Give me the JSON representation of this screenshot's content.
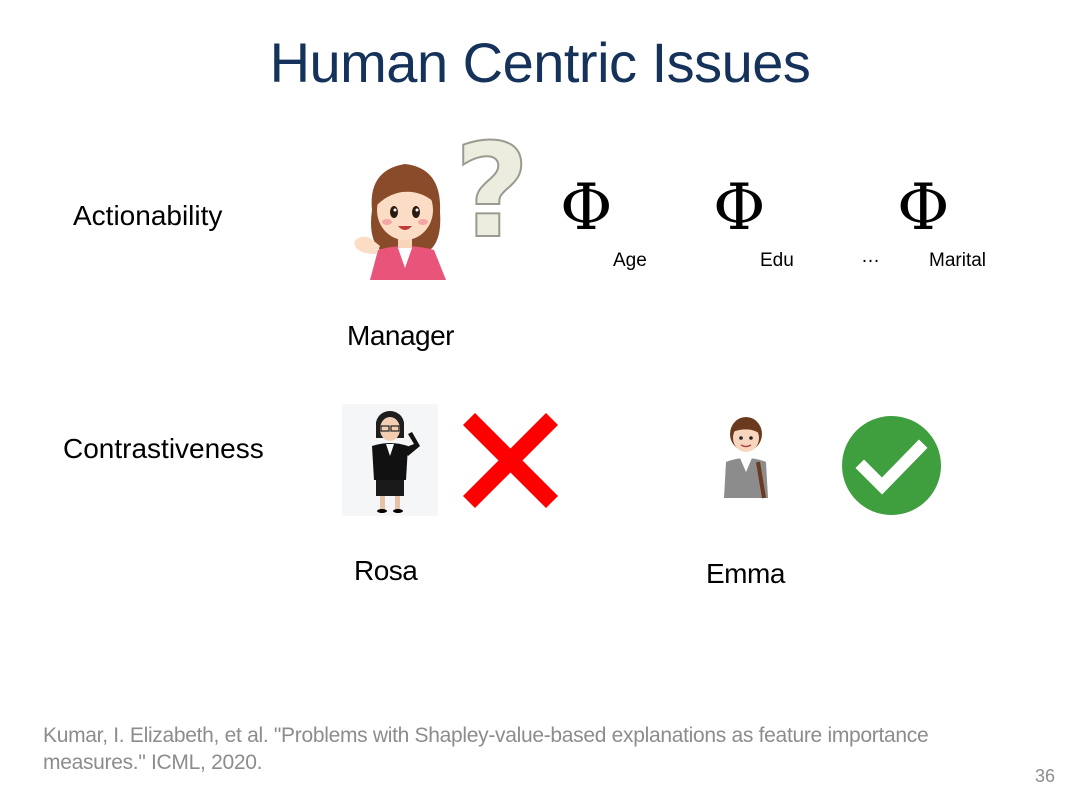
{
  "slide": {
    "title": "Human Centric Issues",
    "rows": {
      "actionability": "Actionability",
      "contrastiveness": "Contrastiveness"
    },
    "phi_symbol": "Φ",
    "features": [
      "Age",
      "Edu",
      "Marital"
    ],
    "ellipsis": "…",
    "question_mark": "?",
    "people": {
      "manager": "Manager",
      "rosa": "Rosa",
      "emma": "Emma"
    },
    "marks": {
      "cross_color": "#ff0000",
      "check_color": "#3f9f3f"
    },
    "citation": "Kumar, I. Elizabeth, et al. \"Problems with Shapley-value-based explanations as feature importance measures.\" ICML, 2020.",
    "page_number": "36"
  }
}
